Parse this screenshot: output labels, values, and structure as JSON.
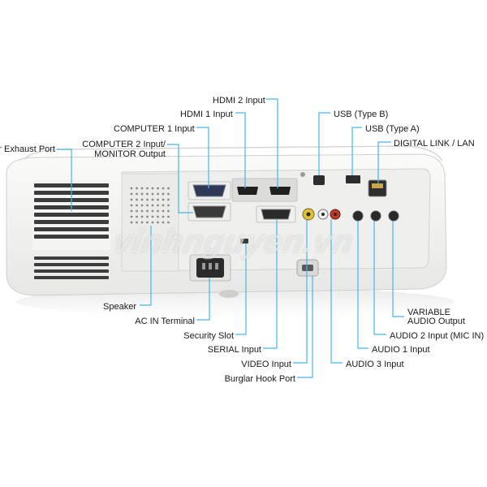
{
  "colors": {
    "leader_line": "#45b8e6",
    "body": "#f2f2f0",
    "panel": "#e9e9e7"
  },
  "labels": {
    "air_exhaust_port": "r Exhaust Port",
    "hdmi2_input": "HDMI 2 Input",
    "hdmi1_input": "HDMI 1 Input",
    "computer1_input": "COMPUTER 1 Input",
    "computer2_line1": "COMPUTER 2 Input/",
    "computer2_line2": "MONITOR Output",
    "usb_type_b": "USB (Type B)",
    "usb_type_a": "USB (Type A)",
    "digital_link_lan": "DIGITAL LINK / LAN",
    "speaker": "Speaker",
    "ac_in_terminal": "AC IN Terminal",
    "security_slot": "Security Slot",
    "serial_input": "SERIAL Input",
    "video_input": "VIDEO Input",
    "burglar_hook_port": "Burglar Hook Port",
    "audio3_input": "AUDIO 3 Input",
    "audio1_input": "AUDIO 1 Input",
    "audio2_input": "AUDIO 2 Input (MIC IN)",
    "variable_audio_line1": "VARIABLE",
    "variable_audio_line2": "AUDIO Output"
  },
  "watermark": "vinhnguyen.vn"
}
